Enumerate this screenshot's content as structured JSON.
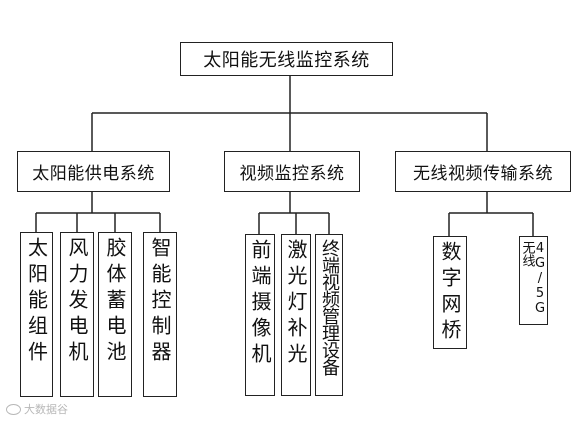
{
  "root": {
    "label": "太阳能无线监控系统"
  },
  "branches": [
    {
      "label": "太阳能供电系统",
      "children": [
        "太阳能组件",
        "风力发电机",
        "胶体蓄电池",
        "智能控制器"
      ]
    },
    {
      "label": "视频监控系统",
      "children": [
        "前端摄像机",
        "激光灯补光",
        "终端视频管理设备"
      ]
    },
    {
      "label": "无线视频传输系统",
      "children": [
        "数字网桥",
        "4G/5G无线"
      ]
    }
  ],
  "watermark": {
    "text": "大数据谷"
  },
  "colors": {
    "line": "#222222",
    "box_border": "#222222",
    "watermark": "#b8b8b8"
  }
}
